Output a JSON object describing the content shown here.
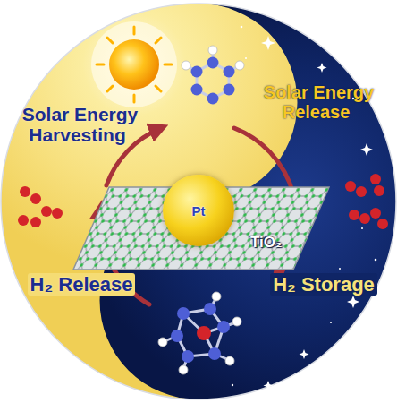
{
  "diagram": {
    "nodes": [
      {
        "text": [
          "TiO₂"
        ]
      },
      {
        "text": [
          "Pt"
        ],
        "in": 0
      }
    ],
    "labels": [
      "Solar Energy Harvesting",
      "Solar Energy Release",
      "H₂ Release",
      "H₂ Storage"
    ]
  }
}
